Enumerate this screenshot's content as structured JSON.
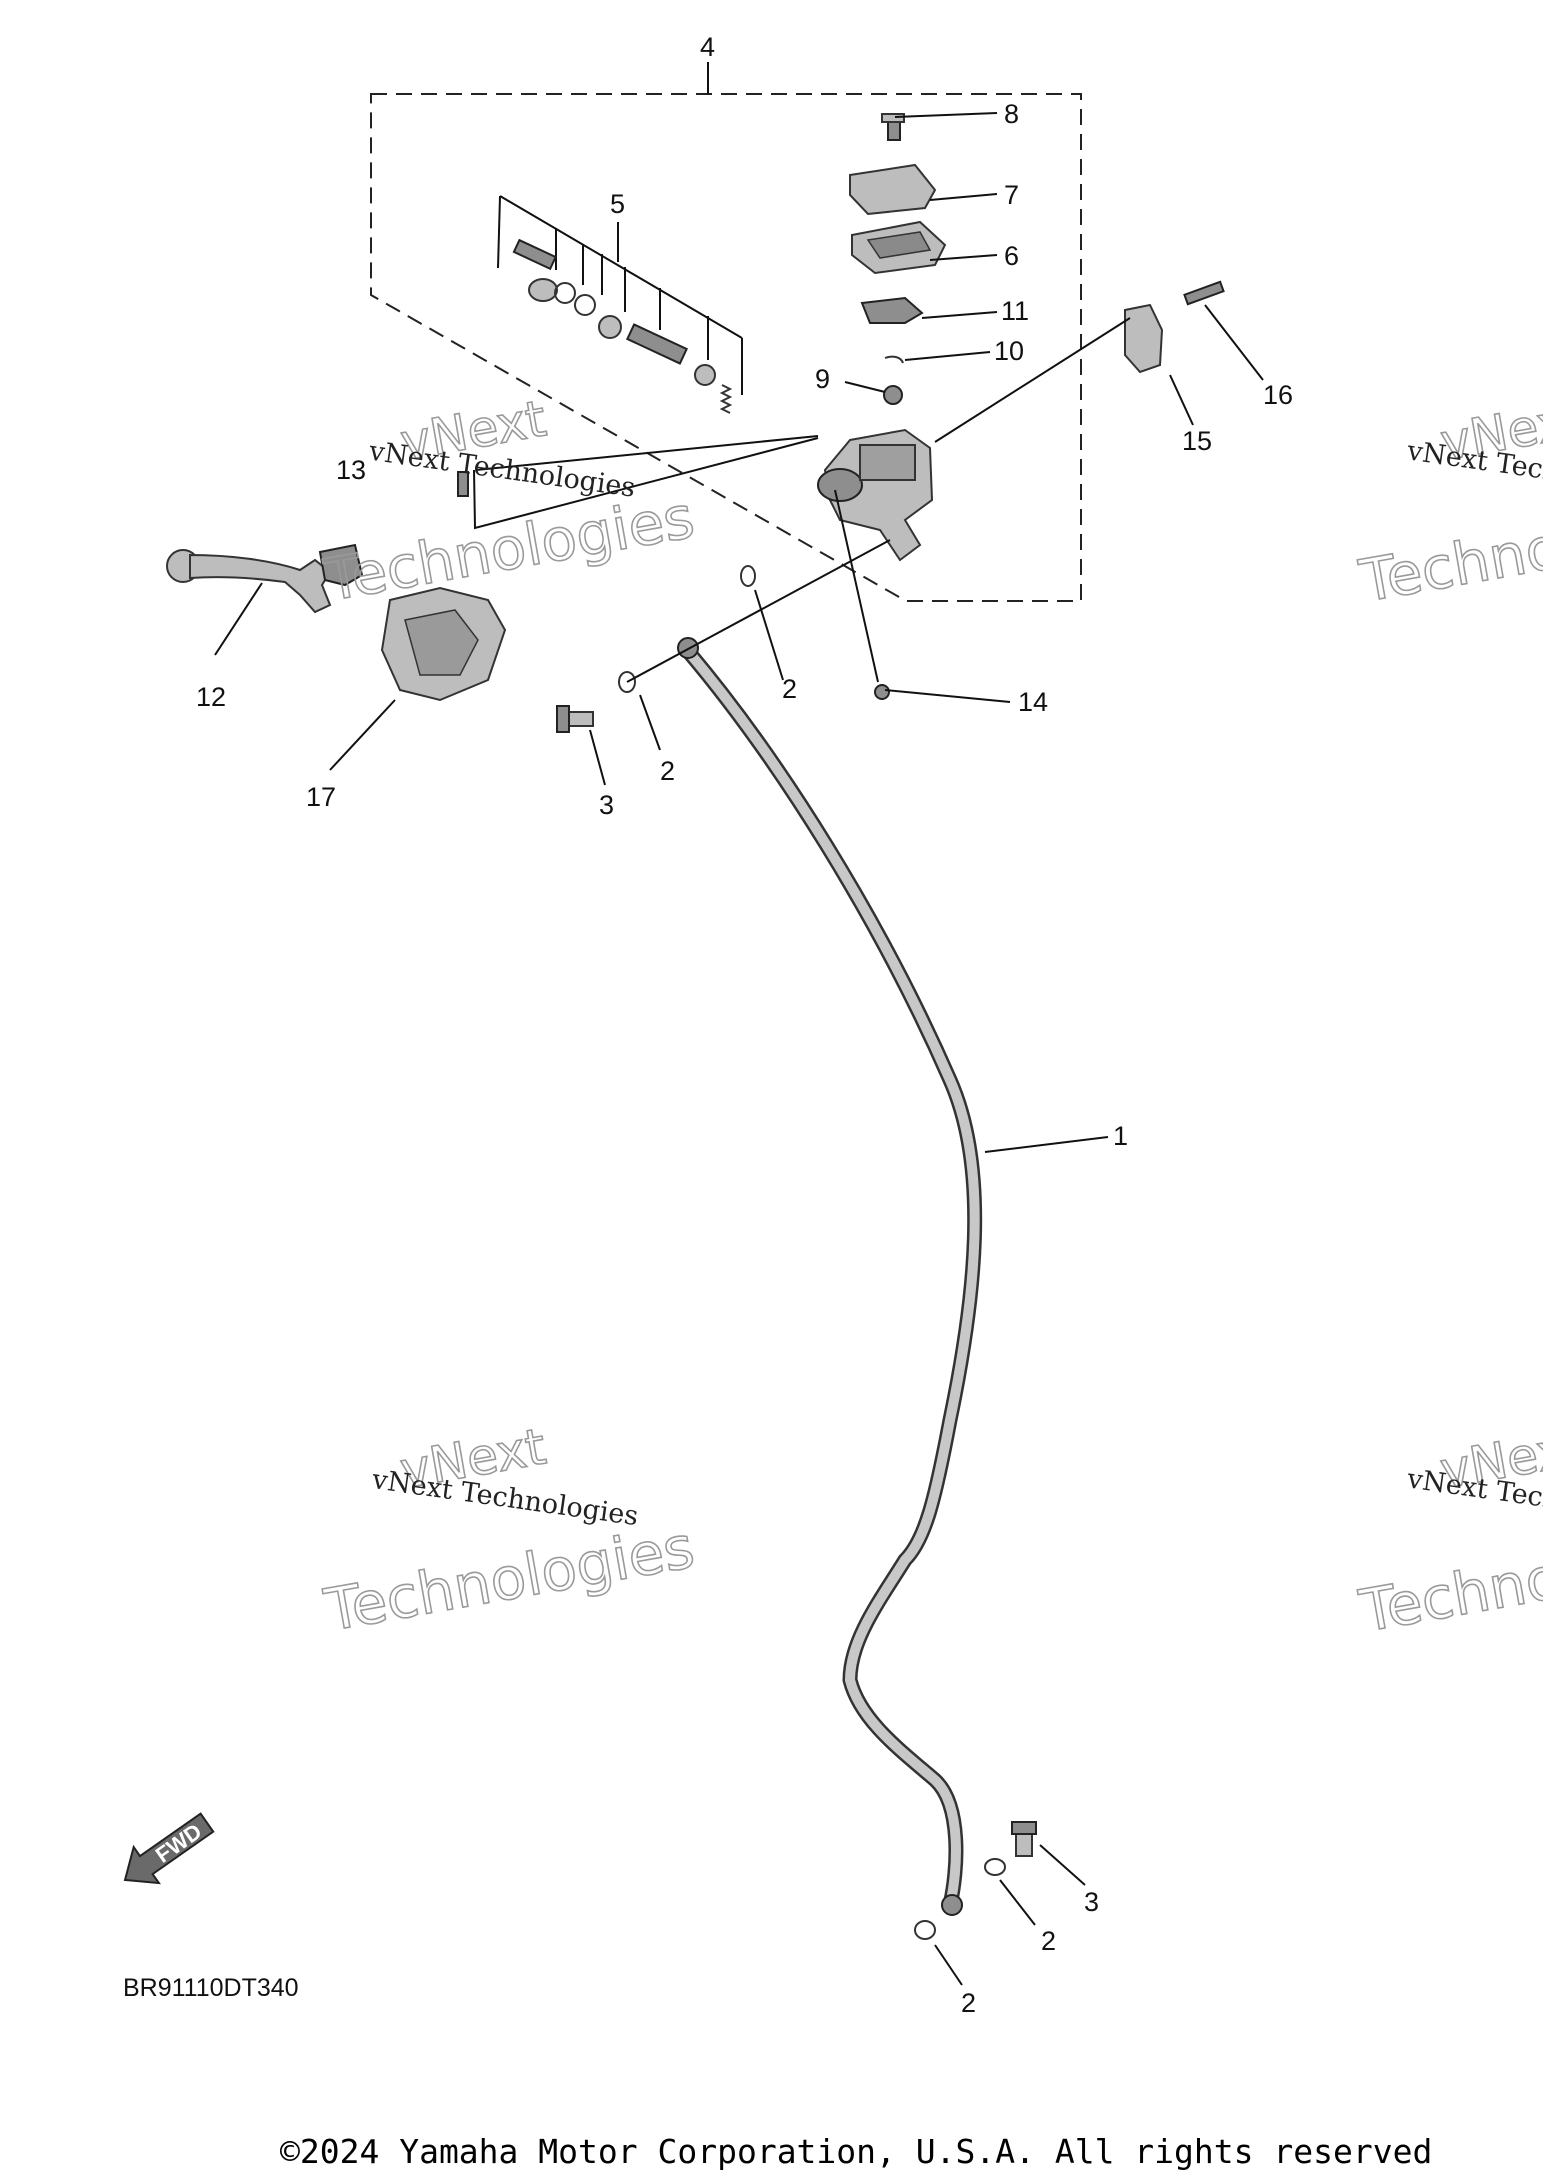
{
  "diagram": {
    "callouts": {
      "c1": "1",
      "c2a": "2",
      "c2b": "2",
      "c2c": "2",
      "c2d": "2",
      "c3a": "3",
      "c3b": "3",
      "c4": "4",
      "c5": "5",
      "c6": "6",
      "c7": "7",
      "c8": "8",
      "c9": "9",
      "c10": "10",
      "c11": "11",
      "c12": "12",
      "c13": "13",
      "c14": "14",
      "c15": "15",
      "c16": "16",
      "c17": "17"
    },
    "diagram_code": "BR91110DT340",
    "fwd_label": "FWD",
    "copyright": "©2024 Yamaha Motor Corporation, U.S.A. All rights reserved"
  },
  "watermark": {
    "line1": "vNext",
    "line2": "vNext Technologies",
    "line3": "Technologies"
  },
  "colors": {
    "ink": "#111111",
    "part_fill": "#bdbdbd",
    "watermark_outline": "#9a9a9a"
  }
}
